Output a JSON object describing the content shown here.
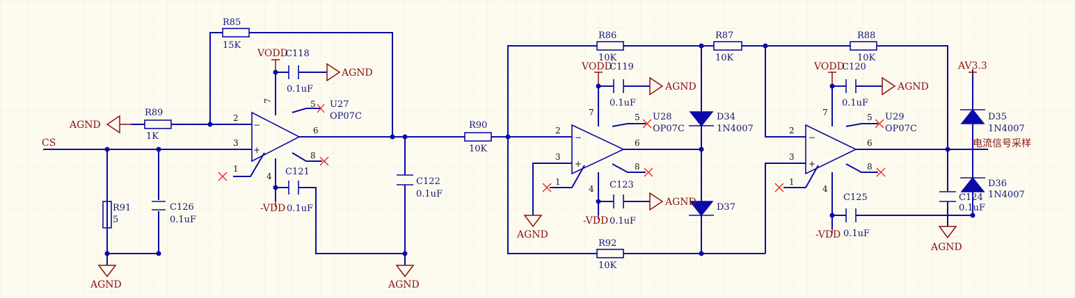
{
  "colors": {
    "background": "#fdfbef",
    "grid": "#f1eedd",
    "wire": "#0a0aa8",
    "designator_text": "#14147a",
    "power_text": "#8b1010",
    "no_connect": "#e02020"
  },
  "signals": {
    "cs": "CS",
    "agnd": "AGND",
    "vdd": "VODD",
    "vss": "-VDD",
    "av33": "AV3.3",
    "output_label": "电流信号采样"
  },
  "resistors": [
    {
      "ref": "R85",
      "value": "15K"
    },
    {
      "ref": "R89",
      "value": "1K"
    },
    {
      "ref": "R91",
      "value": "5"
    },
    {
      "ref": "R90",
      "value": "10K"
    },
    {
      "ref": "R86",
      "value": "10K"
    },
    {
      "ref": "R87",
      "value": "10K"
    },
    {
      "ref": "R92",
      "value": "10K"
    },
    {
      "ref": "R88",
      "value": "10K"
    }
  ],
  "capacitors": [
    {
      "ref": "C118",
      "value": "0.1uF"
    },
    {
      "ref": "C121",
      "value": "0.1uF"
    },
    {
      "ref": "C126",
      "value": "0.1uF"
    },
    {
      "ref": "C122",
      "value": "0.1uF"
    },
    {
      "ref": "C119",
      "value": "0.1uF"
    },
    {
      "ref": "C123",
      "value": "0.1uF"
    },
    {
      "ref": "C120",
      "value": "0.1uF"
    },
    {
      "ref": "C125",
      "value": "0.1uF"
    },
    {
      "ref": "C124",
      "value": "0.1uF"
    }
  ],
  "opamps": [
    {
      "ref": "U27",
      "part": "OP07C"
    },
    {
      "ref": "U28",
      "part": "OP07C"
    },
    {
      "ref": "U29",
      "part": "OP07C"
    }
  ],
  "diodes": [
    {
      "ref": "D34",
      "part": "1N4007"
    },
    {
      "ref": "D37",
      "part": ""
    },
    {
      "ref": "D35",
      "part": "1N4007"
    },
    {
      "ref": "D36",
      "part": "1N4007"
    }
  ],
  "pins": {
    "p1": "1",
    "p2": "2",
    "p3": "3",
    "p4": "4",
    "p5": "5",
    "p6": "6",
    "p7": "7",
    "p8": "8",
    "minus": "−",
    "plus": "+"
  }
}
